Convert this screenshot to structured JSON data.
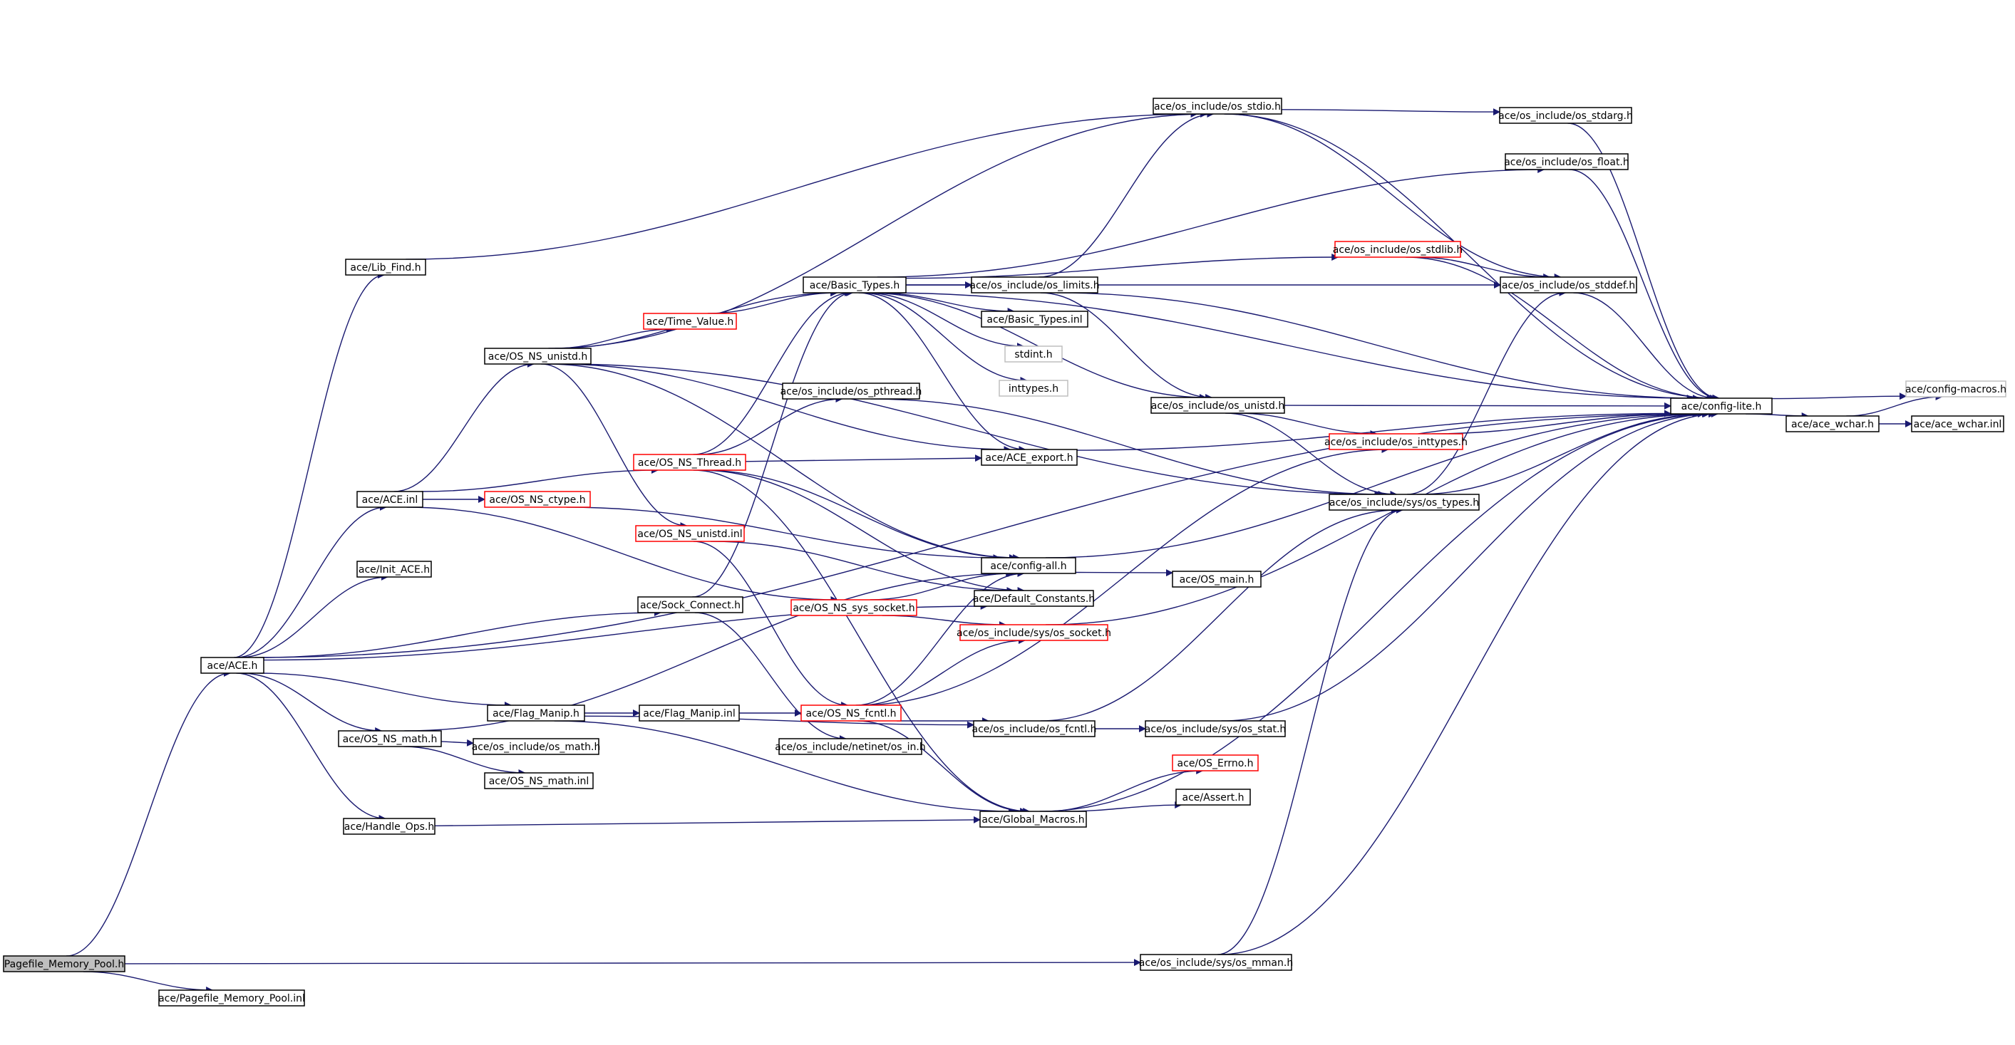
{
  "nodes": {
    "root": "Pagefile_Memory_Pool.h",
    "pool_inl": "ace/Pagefile_Memory_Pool.inl",
    "ace_h": "ace/ACE.h",
    "lib_find": "ace/Lib_Find.h",
    "ace_inl": "ace/ACE.inl",
    "init_ace": "ace/Init_ACE.h",
    "ns_math": "ace/OS_NS_math.h",
    "handle_ops": "ace/Handle_Ops.h",
    "ns_unistd_h": "ace/OS_NS_unistd.h",
    "time_value": "ace/Time_Value.h",
    "ns_thread": "ace/OS_NS_Thread.h",
    "ns_ctype": "ace/OS_NS_ctype.h",
    "ns_unistd_inl": "ace/OS_NS_unistd.inl",
    "sock_connect": "ace/Sock_Connect.h",
    "ns_sys_socket": "ace/OS_NS_sys_socket.h",
    "flag_manip_h": "ace/Flag_Manip.h",
    "flag_manip_inl": "ace/Flag_Manip.inl",
    "ns_fcntl": "ace/OS_NS_fcntl.h",
    "os_math": "ace/os_include/os_math.h",
    "ns_math_inl": "ace/OS_NS_math.inl",
    "basic_types_h": "ace/Basic_Types.h",
    "os_pthread": "ace/os_include/os_pthread.h",
    "os_stdio": "ace/os_include/os_stdio.h",
    "os_limits": "ace/os_include/os_limits.h",
    "basic_types_inl": "ace/Basic_Types.inl",
    "stdint": "stdint.h",
    "inttypes": "inttypes.h",
    "ace_export": "ace/ACE_export.h",
    "config_all": "ace/config-all.h",
    "default_constants": "ace/Default_Constants.h",
    "os_socket": "ace/os_include/sys/os_socket.h",
    "os_main": "ace/OS_main.h",
    "os_in": "ace/os_include/netinet/os_in.h",
    "os_fcntl": "ace/os_include/os_fcntl.h",
    "global_macros": "ace/Global_Macros.h",
    "os_errno": "ace/OS_Errno.h",
    "assert": "ace/Assert.h",
    "os_mman": "ace/os_include/sys/os_mman.h",
    "os_unistd": "ace/os_include/os_unistd.h",
    "os_inttypes": "ace/os_include/os_inttypes.h",
    "os_types": "ace/os_include/sys/os_types.h",
    "os_stat": "ace/os_include/sys/os_stat.h",
    "os_stdarg": "ace/os_include/os_stdarg.h",
    "os_float": "ace/os_include/os_float.h",
    "os_stdlib": "ace/os_include/os_stdlib.h",
    "os_stddef": "ace/os_include/os_stddef.h",
    "config_lite": "ace/config-lite.h",
    "ace_wchar_h": "ace/ace_wchar.h",
    "config_macros": "ace/config-macros.h",
    "ace_wchar_inl": "ace/ace_wchar.inl"
  },
  "colors": {
    "edge": "#191970",
    "border_default": "#000000",
    "border_truncated": "#ff0000",
    "border_missing": "#bfbfbf",
    "root_fill": "#bfbfbf"
  }
}
